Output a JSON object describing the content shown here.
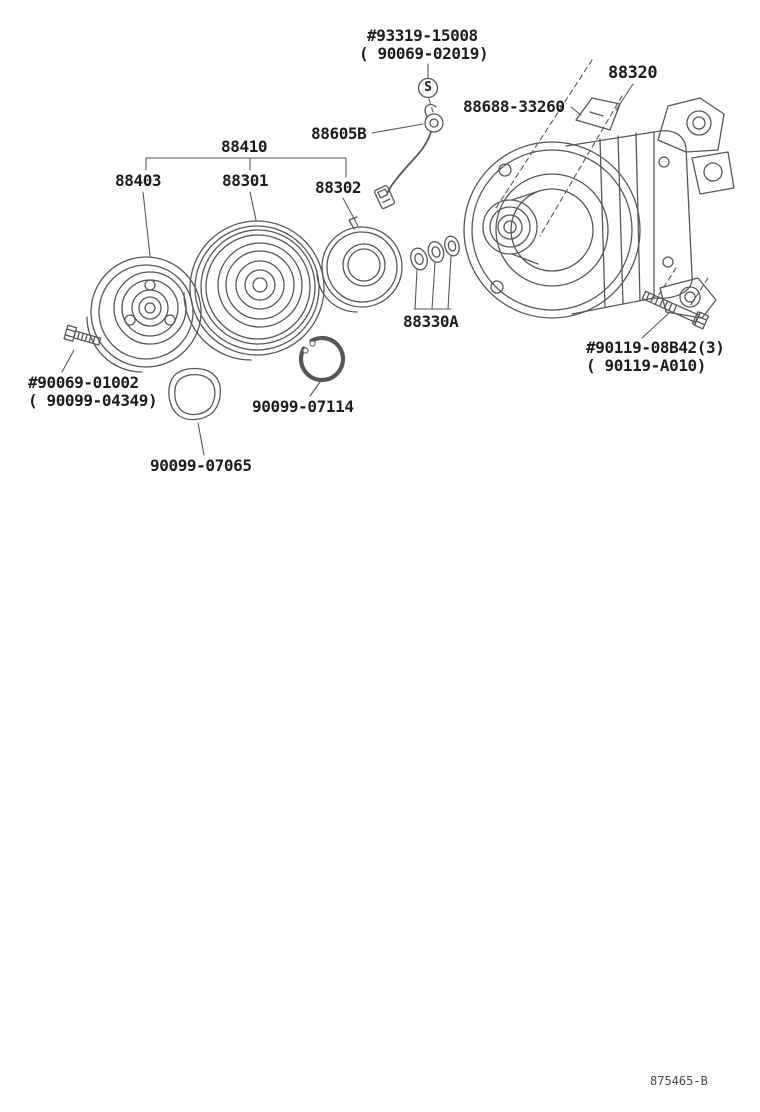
{
  "colors": {
    "ink": "#1d1d1f",
    "line": "#56575a"
  },
  "labels": {
    "sensor_bolt_line1": "#93319-15008",
    "sensor_bolt_line2": "( 90069-02019)",
    "s_symbol": "S",
    "compressor": "88320",
    "bracket": "88688-33260",
    "wire_harness": "88605B",
    "clutch_assembly": "88410",
    "clutch_hub": "88403",
    "pulley": "88301",
    "stator_coil": "88302",
    "washer_set": "88330A",
    "mount_bolt_line1": "#90119-08B42(3)",
    "mount_bolt_line2": "( 90119-A010)",
    "hub_bolt_line1": "#90069-01002",
    "hub_bolt_line2": "( 90099-04349)",
    "snap_ring": "90099-07114",
    "plate_washer": "90099-07065"
  },
  "footer": {
    "drawing_code": "875465-B"
  }
}
